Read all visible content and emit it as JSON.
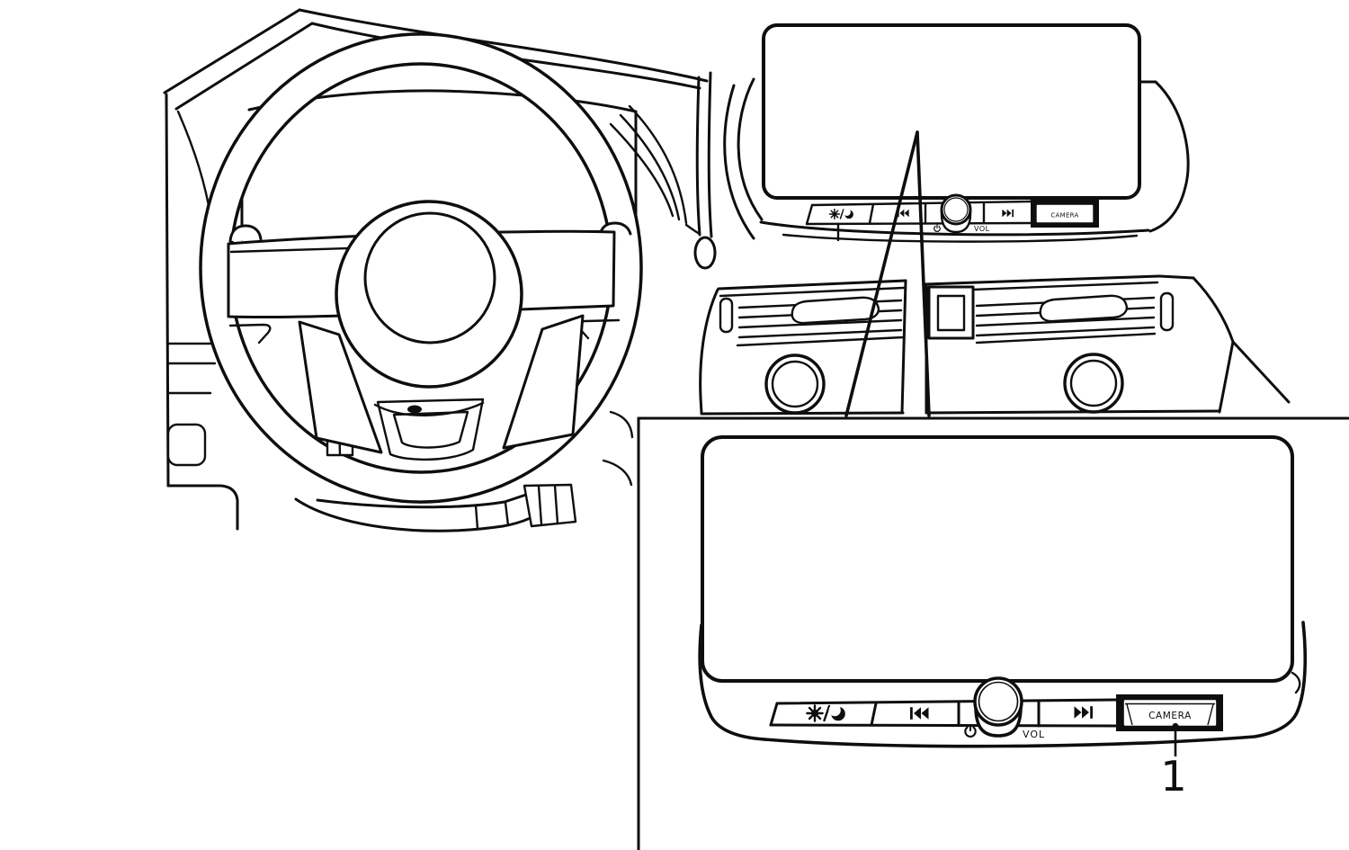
{
  "diagram": {
    "background": "#ffffff",
    "line_color": "#0e0e0e",
    "camera_frame_color": "#0e0e0e"
  },
  "display_unit": {
    "camera_label": "CAMERA",
    "volume_label": "VOL",
    "icons": {
      "day_night": "day-night-icon",
      "seek_back": "seek-back-icon",
      "seek_forward": "seek-forward-icon",
      "power": "power-icon",
      "volume_knob": "volume-knob"
    }
  },
  "inset": {
    "camera_label": "CAMERA",
    "volume_label": "VOL",
    "callout_number": "1"
  }
}
